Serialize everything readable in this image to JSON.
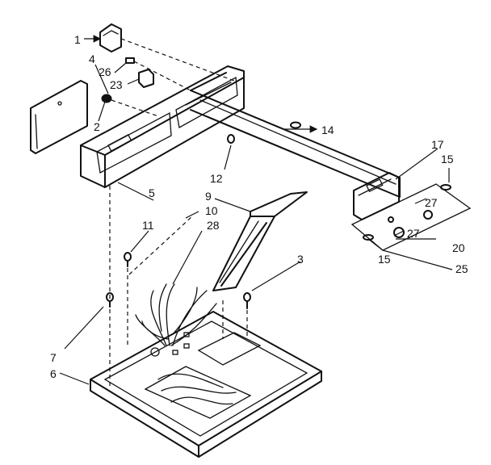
{
  "callouts": {
    "c1": "1",
    "c2": "2",
    "c3": "3",
    "c4": "4",
    "c5": "5",
    "c6": "6",
    "c7": "7",
    "c9": "9",
    "c10": "10",
    "c11": "11",
    "c12": "12",
    "c14": "14",
    "c15a": "15",
    "c15b": "15",
    "c17": "17",
    "c20": "20",
    "c23": "23",
    "c25": "25",
    "c26": "26",
    "c27a": "27",
    "c27b": "27",
    "c28": "28"
  }
}
